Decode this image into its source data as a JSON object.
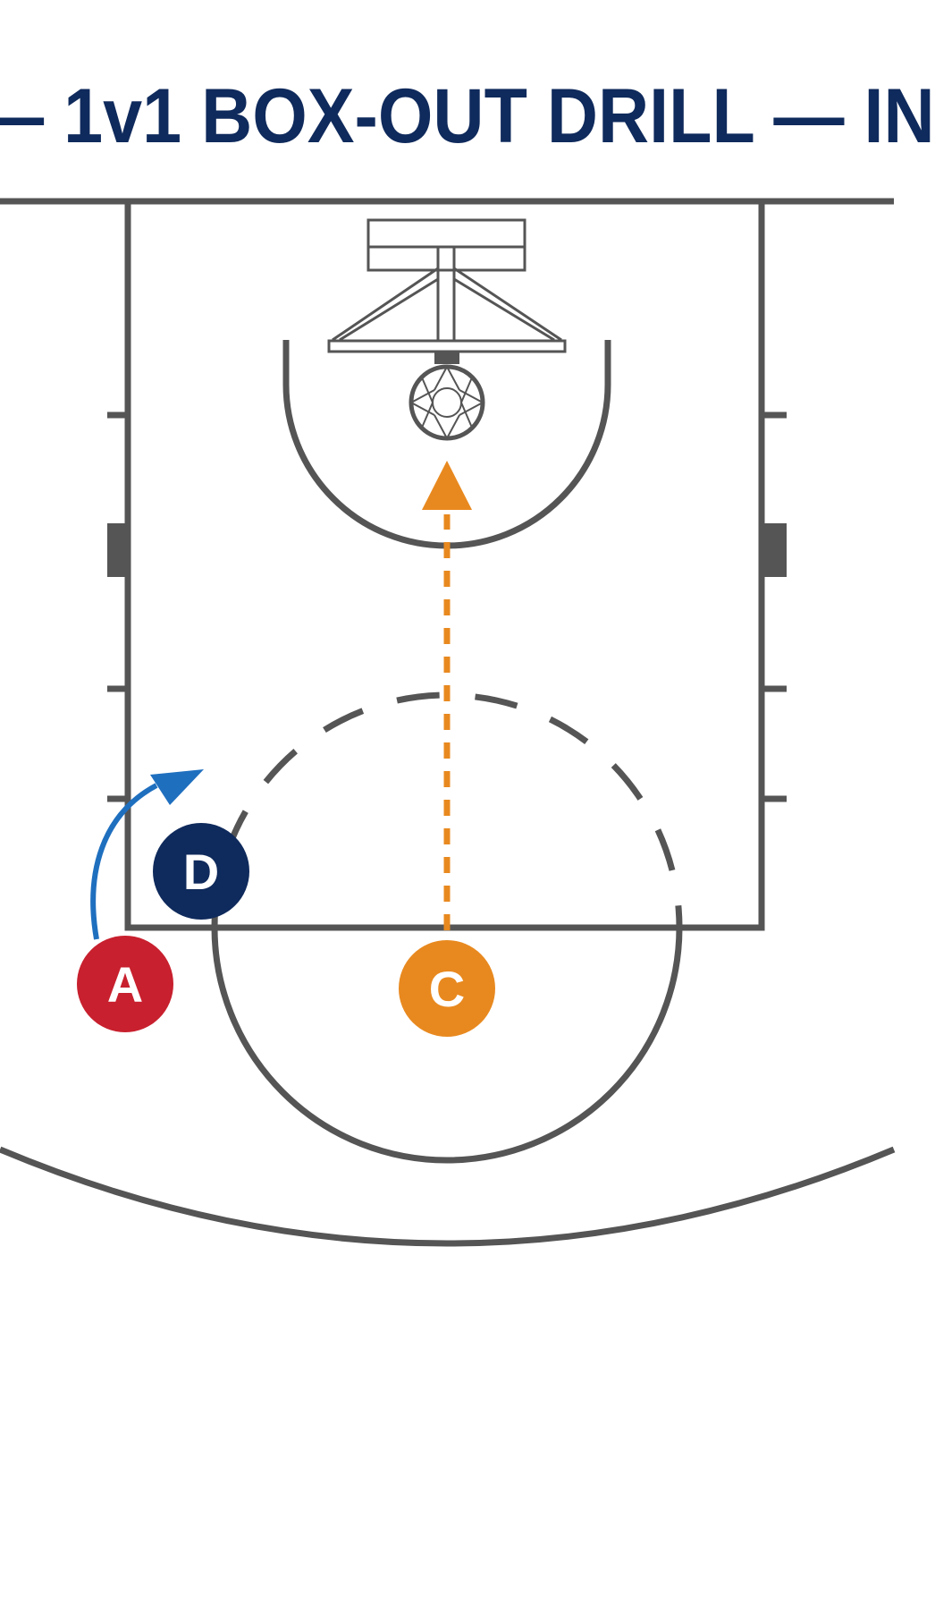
{
  "diagram": {
    "title": "— 1v1 BOX-OUT DRILL — IN",
    "players": {
      "a": {
        "label": "A",
        "color": "#c8202e"
      },
      "d": {
        "label": "D",
        "color": "#0f2a5c"
      },
      "c": {
        "label": "C",
        "color": "#e8891f"
      }
    },
    "colors": {
      "court_lines": "#555555",
      "ball_path": "#e8891f",
      "movement_path": "#1f6fbf",
      "title": "#0f2a5c"
    },
    "icons": {
      "backboard": "basketball-backboard-icon",
      "hoop": "basketball-hoop-icon"
    }
  }
}
